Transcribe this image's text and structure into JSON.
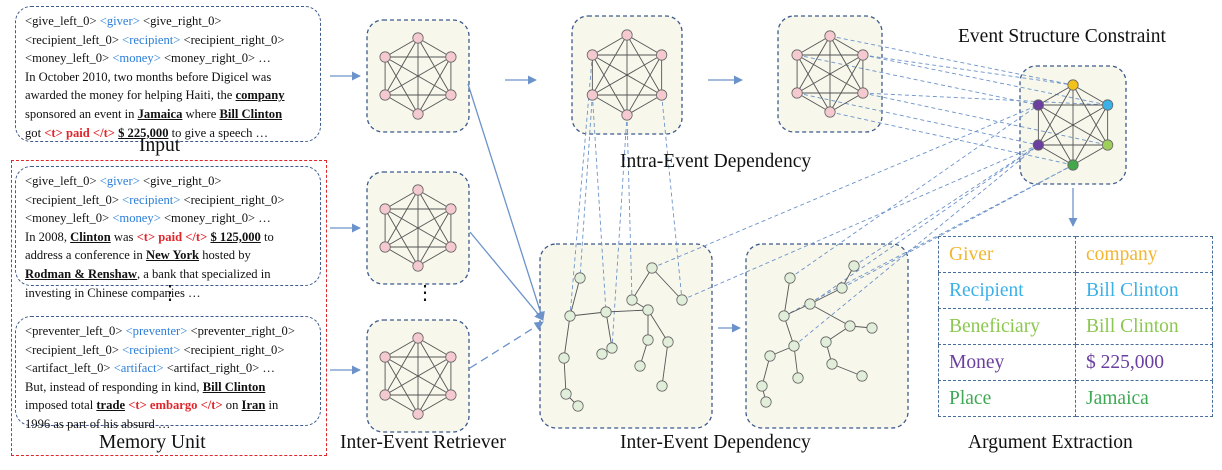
{
  "palette": {
    "box_border": "#3e5a8c",
    "graph_fill": "#f7f7ec",
    "event_node": "#f4c9cf",
    "arg_node": "#e1efda",
    "arrow": "#6c93c9",
    "trigger_red": "#e0252b",
    "role_blue": "#2a7ed8"
  },
  "input": {
    "lines": [
      [
        {
          "t": "<give_left_0> ",
          "c": "ph"
        },
        {
          "t": "<giver>",
          "c": "role"
        },
        {
          "t": " <give_right_0>",
          "c": "ph"
        }
      ],
      [
        {
          "t": "<recipient_left_0> ",
          "c": "ph"
        },
        {
          "t": "<recipient>",
          "c": "role"
        },
        {
          "t": " <recipient_right_0>",
          "c": "ph"
        }
      ],
      [
        {
          "t": "<money_left_0> ",
          "c": "ph"
        },
        {
          "t": "<money>",
          "c": "role"
        },
        {
          "t": " <money_right_0> …",
          "c": "ph"
        }
      ],
      [
        {
          "t": "In October 2010, two months before Digicel was",
          "c": "ph"
        }
      ],
      [
        {
          "t": "awarded the money for helping Haiti, the ",
          "c": "ph"
        },
        {
          "t": "company",
          "c": "u"
        }
      ],
      [
        {
          "t": "sponsored an event in ",
          "c": "ph"
        },
        {
          "t": "Jamaica",
          "c": "u"
        },
        {
          "t": " where ",
          "c": "ph"
        },
        {
          "t": "Bill Clinton",
          "c": "u"
        }
      ],
      [
        {
          "t": "got ",
          "c": "ph"
        },
        {
          "t": "<t> paid </t>",
          "c": "trig"
        },
        {
          "t": " ",
          "c": "ph"
        },
        {
          "t": "$ 225,000",
          "c": "u"
        },
        {
          "t": " to give a speech …",
          "c": "ph"
        }
      ]
    ]
  },
  "memory_1": {
    "lines": [
      [
        {
          "t": "<give_left_0> ",
          "c": "ph"
        },
        {
          "t": "<giver>",
          "c": "role"
        },
        {
          "t": " <give_right_0>",
          "c": "ph"
        }
      ],
      [
        {
          "t": "<recipient_left_0> ",
          "c": "ph"
        },
        {
          "t": "<recipient>",
          "c": "role"
        },
        {
          "t": " <recipient_right_0>",
          "c": "ph"
        }
      ],
      [
        {
          "t": "<money_left_0> ",
          "c": "ph"
        },
        {
          "t": "<money>",
          "c": "role"
        },
        {
          "t": " <money_right_0> …",
          "c": "ph"
        }
      ],
      [
        {
          "t": "In 2008, ",
          "c": "ph"
        },
        {
          "t": "Clinton",
          "c": "u"
        },
        {
          "t": " was ",
          "c": "ph"
        },
        {
          "t": "<t> paid </t>",
          "c": "trig"
        },
        {
          "t": " ",
          "c": "ph"
        },
        {
          "t": "$ 125,000",
          "c": "u"
        },
        {
          "t": " to",
          "c": "ph"
        }
      ],
      [
        {
          "t": "address a conference in ",
          "c": "ph"
        },
        {
          "t": "New York",
          "c": "u"
        },
        {
          "t": " hosted by",
          "c": "ph"
        }
      ],
      [
        {
          "t": "Rodman & Renshaw",
          "c": "u"
        },
        {
          "t": ", a bank that specialized in",
          "c": "ph"
        }
      ],
      [
        {
          "t": "investing in Chinese companies …",
          "c": "ph"
        }
      ]
    ]
  },
  "memory_2": {
    "lines": [
      [
        {
          "t": "<preventer_left_0> ",
          "c": "ph"
        },
        {
          "t": "<preventer>",
          "c": "role"
        },
        {
          "t": " <preventer_right_0>",
          "c": "ph"
        }
      ],
      [
        {
          "t": "<recipient_left_0> ",
          "c": "ph"
        },
        {
          "t": "<recipient>",
          "c": "role"
        },
        {
          "t": " <recipient_right_0>",
          "c": "ph"
        }
      ],
      [
        {
          "t": "<artifact_left_0> ",
          "c": "ph"
        },
        {
          "t": "<artifact>",
          "c": "role"
        },
        {
          "t": " <artifact_right_0> …",
          "c": "ph"
        }
      ],
      [
        {
          "t": "But, instead of responding in kind,  ",
          "c": "ph"
        },
        {
          "t": "Bill Clinton",
          "c": "u"
        }
      ],
      [
        {
          "t": "imposed total ",
          "c": "ph"
        },
        {
          "t": "trade",
          "c": "u"
        },
        {
          "t": " ",
          "c": "ph"
        },
        {
          "t": "<t> embargo </t>",
          "c": "trig"
        },
        {
          "t": " on ",
          "c": "ph"
        },
        {
          "t": "Iran",
          "c": "u"
        },
        {
          "t": " in",
          "c": "ph"
        }
      ],
      [
        {
          "t": "1996 as part of his absurd …",
          "c": "ph"
        }
      ]
    ]
  },
  "captions": {
    "input": "Input",
    "memory_unit": "Memory Unit",
    "retriever": "Inter-Event Retriever",
    "intra": "Intra-Event Dependency",
    "inter": "Inter-Event Dependency",
    "structure": "Event Structure Constraint",
    "extraction": "Argument Extraction"
  },
  "dots": "⋮",
  "results": [
    {
      "role": "Giver",
      "value": "company",
      "color": "#f2b630"
    },
    {
      "role": "Recipient",
      "value": "Bill Clinton",
      "color": "#3bb1e8"
    },
    {
      "role": "Beneficiary",
      "value": "Bill Clinton",
      "color": "#8cc850"
    },
    {
      "role": "Money",
      "value": "$ 225,000",
      "color": "#6b3fa0"
    },
    {
      "role": "Place",
      "value": "Jamaica",
      "color": "#3ea853"
    }
  ],
  "structure_node_colors": [
    "#f2c21c",
    "#3bb1e8",
    "#9ecf5a",
    "#44a84a",
    "#6b3fa0",
    "#6b3fa0"
  ]
}
